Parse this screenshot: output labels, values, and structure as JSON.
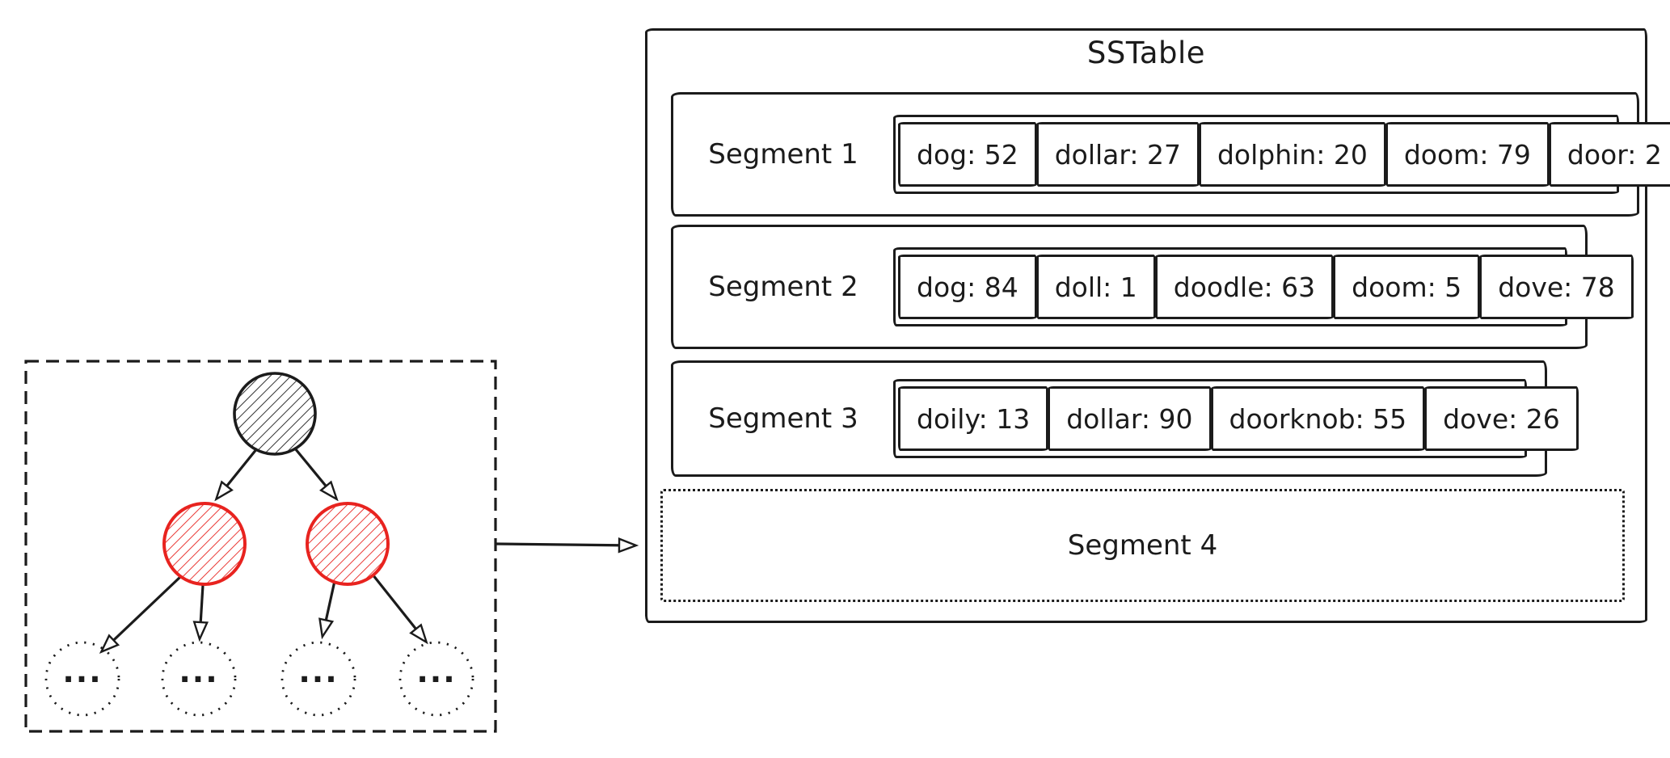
{
  "panel": {
    "title": "SSTable",
    "segments": [
      {
        "label": "Segment 1",
        "entries": [
          "dog: 52",
          "dollar: 27",
          "dolphin: 20",
          "doom: 79",
          "door: 2"
        ]
      },
      {
        "label": "Segment 2",
        "entries": [
          "dog: 84",
          "doll: 1",
          "doodle: 63",
          "doom: 5",
          "dove: 78"
        ]
      },
      {
        "label": "Segment 3",
        "entries": [
          "doily: 13",
          "dollar: 90",
          "doorknob: 55",
          "dove: 26"
        ]
      },
      {
        "label": "Segment 4",
        "entries": []
      }
    ]
  },
  "tree": {
    "leaves": [
      "...",
      "...",
      "...",
      "..."
    ]
  },
  "colors": {
    "stroke": "#1b1b1b",
    "highlight": "#e8231f",
    "background": "#ffffff"
  }
}
